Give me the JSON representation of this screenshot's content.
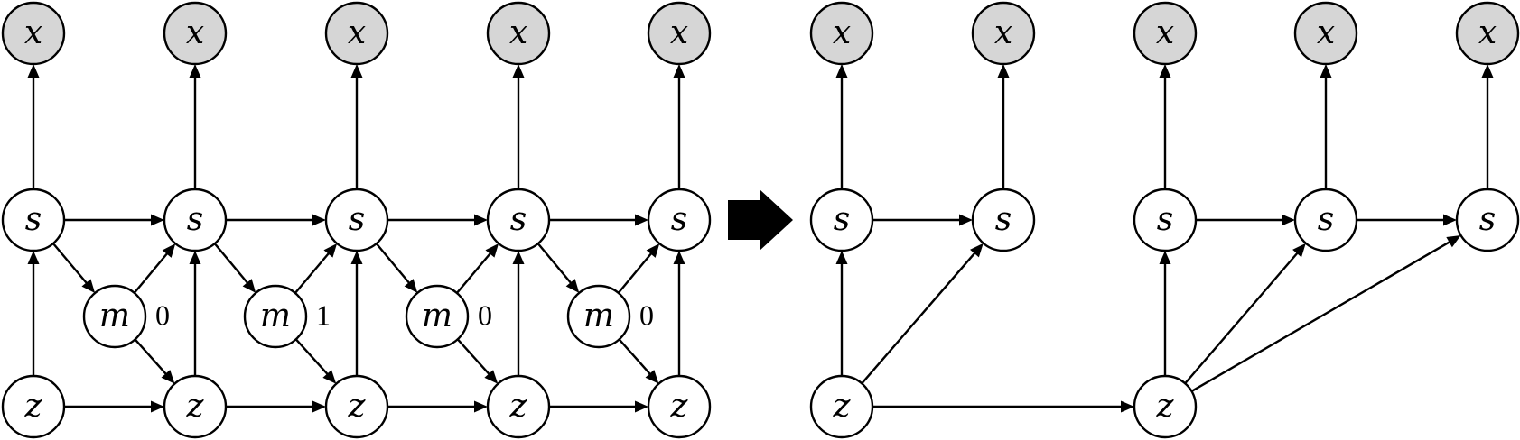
{
  "colors": {
    "observed_fill": "#d6d6d6",
    "latent_fill": "#ffffff",
    "stroke": "#000000"
  },
  "transition_arrow": {
    "name": "transform-arrow-icon",
    "direction": "right"
  },
  "graphs": [
    {
      "id": "unrolled",
      "nodes": [
        {
          "id": "x1",
          "label": "x",
          "observed": true
        },
        {
          "id": "x2",
          "label": "x",
          "observed": true
        },
        {
          "id": "x3",
          "label": "x",
          "observed": true
        },
        {
          "id": "x4",
          "label": "x",
          "observed": true
        },
        {
          "id": "x5",
          "label": "x",
          "observed": true
        },
        {
          "id": "s1",
          "label": "s",
          "observed": false
        },
        {
          "id": "s2",
          "label": "s",
          "observed": false
        },
        {
          "id": "s3",
          "label": "s",
          "observed": false
        },
        {
          "id": "s4",
          "label": "s",
          "observed": false
        },
        {
          "id": "s5",
          "label": "s",
          "observed": false
        },
        {
          "id": "m1",
          "label": "m",
          "observed": false,
          "value": "0"
        },
        {
          "id": "m2",
          "label": "m",
          "observed": false,
          "value": "1"
        },
        {
          "id": "m3",
          "label": "m",
          "observed": false,
          "value": "0"
        },
        {
          "id": "m4",
          "label": "m",
          "observed": false,
          "value": "0"
        },
        {
          "id": "z1",
          "label": "z",
          "observed": false
        },
        {
          "id": "z2",
          "label": "z",
          "observed": false
        },
        {
          "id": "z3",
          "label": "z",
          "observed": false
        },
        {
          "id": "z4",
          "label": "z",
          "observed": false
        },
        {
          "id": "z5",
          "label": "z",
          "observed": false
        }
      ],
      "edges": [
        {
          "from": "s1",
          "to": "x1"
        },
        {
          "from": "s2",
          "to": "x2"
        },
        {
          "from": "s3",
          "to": "x3"
        },
        {
          "from": "s4",
          "to": "x4"
        },
        {
          "from": "s5",
          "to": "x5"
        },
        {
          "from": "s1",
          "to": "s2"
        },
        {
          "from": "s2",
          "to": "s3"
        },
        {
          "from": "s3",
          "to": "s4"
        },
        {
          "from": "s4",
          "to": "s5"
        },
        {
          "from": "z1",
          "to": "z2"
        },
        {
          "from": "z2",
          "to": "z3"
        },
        {
          "from": "z3",
          "to": "z4"
        },
        {
          "from": "z4",
          "to": "z5"
        },
        {
          "from": "z1",
          "to": "s1"
        },
        {
          "from": "z2",
          "to": "s2"
        },
        {
          "from": "z3",
          "to": "s3"
        },
        {
          "from": "z4",
          "to": "s4"
        },
        {
          "from": "z5",
          "to": "s5"
        },
        {
          "from": "s1",
          "to": "m1"
        },
        {
          "from": "m1",
          "to": "s2"
        },
        {
          "from": "m1",
          "to": "z2"
        },
        {
          "from": "s2",
          "to": "m2"
        },
        {
          "from": "m2",
          "to": "s3"
        },
        {
          "from": "m2",
          "to": "z3"
        },
        {
          "from": "s3",
          "to": "m3"
        },
        {
          "from": "m3",
          "to": "s4"
        },
        {
          "from": "m3",
          "to": "z4"
        },
        {
          "from": "s4",
          "to": "m4"
        },
        {
          "from": "m4",
          "to": "s5"
        },
        {
          "from": "m4",
          "to": "z5"
        }
      ]
    },
    {
      "id": "simplified",
      "nodes": [
        {
          "id": "x6",
          "label": "x",
          "observed": true
        },
        {
          "id": "x7",
          "label": "x",
          "observed": true
        },
        {
          "id": "x8",
          "label": "x",
          "observed": true
        },
        {
          "id": "x9",
          "label": "x",
          "observed": true
        },
        {
          "id": "x10",
          "label": "x",
          "observed": true
        },
        {
          "id": "s6",
          "label": "s",
          "observed": false
        },
        {
          "id": "s7",
          "label": "s",
          "observed": false
        },
        {
          "id": "s8",
          "label": "s",
          "observed": false
        },
        {
          "id": "s9",
          "label": "s",
          "observed": false
        },
        {
          "id": "s10",
          "label": "s",
          "observed": false
        },
        {
          "id": "z6",
          "label": "z",
          "observed": false
        },
        {
          "id": "z7",
          "label": "z",
          "observed": false
        }
      ],
      "edges": [
        {
          "from": "s6",
          "to": "x6"
        },
        {
          "from": "s7",
          "to": "x7"
        },
        {
          "from": "s8",
          "to": "x8"
        },
        {
          "from": "s9",
          "to": "x9"
        },
        {
          "from": "s10",
          "to": "x10"
        },
        {
          "from": "s6",
          "to": "s7"
        },
        {
          "from": "s8",
          "to": "s9"
        },
        {
          "from": "s9",
          "to": "s10"
        },
        {
          "from": "z6",
          "to": "s6"
        },
        {
          "from": "z6",
          "to": "s7"
        },
        {
          "from": "z6",
          "to": "z7"
        },
        {
          "from": "z7",
          "to": "s8"
        },
        {
          "from": "z7",
          "to": "s9"
        },
        {
          "from": "z7",
          "to": "s10"
        }
      ]
    }
  ]
}
